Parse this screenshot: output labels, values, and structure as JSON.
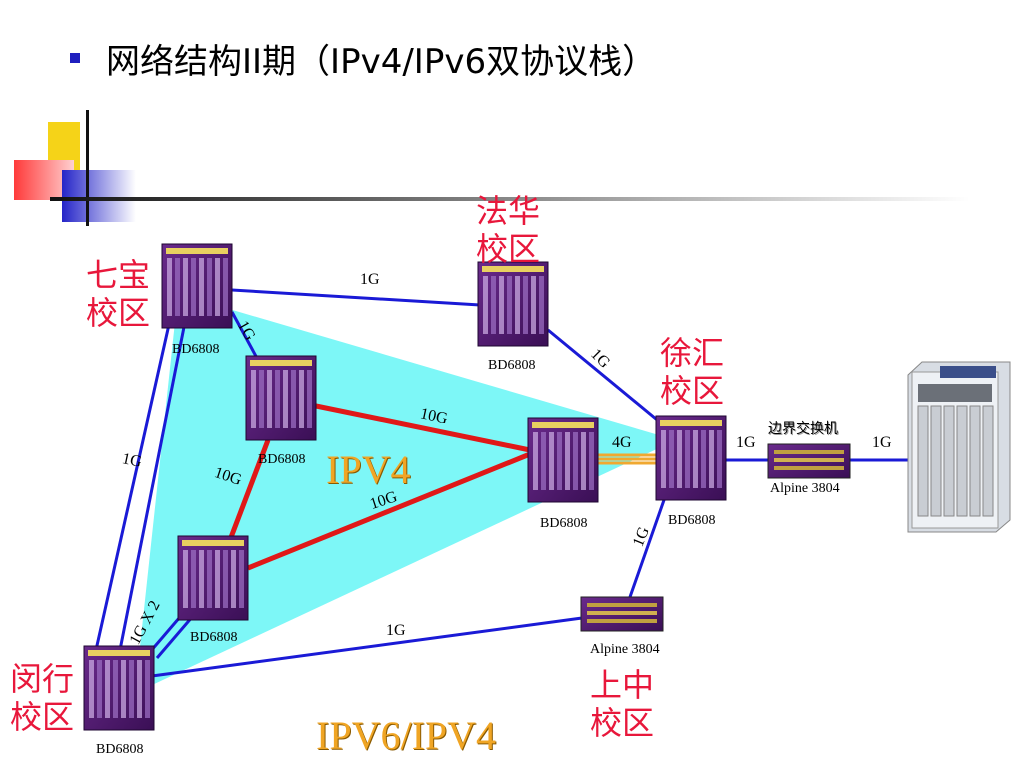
{
  "header": {
    "title": "网络结构II期（IPv4/IPv6双协议栈）"
  },
  "campuses": {
    "qibao": "七宝\n校区",
    "fahua": "法华\n校区",
    "xuhui": "徐汇\n校区",
    "minhang": "闵行\n校区",
    "shangzhong": "上中\n校区"
  },
  "devices": {
    "qibao": "BD6808",
    "fahua": "BD6808",
    "core_top": "BD6808",
    "core_mid": "BD6808",
    "core_bottom": "BD6808",
    "xuhui": "BD6808",
    "minhang": "BD6808",
    "border": "Alpine 3804",
    "shangzhong": "Alpine 3804"
  },
  "border_switch_title": "边界交换机",
  "links": {
    "qibao_fahua": "1G",
    "qibao_coretop": "1G",
    "fahua_xuhui": "1G",
    "coretop_center": "10G",
    "coretop_corebottom": "10G",
    "corebottom_center": "10G",
    "center_xuhui": "4G",
    "xuhui_border": "1G",
    "border_router": "1G",
    "qibao_minhang": "1G",
    "minhang_corebottom": "1G X 2",
    "minhang_shangzhong": "1G",
    "xuhui_shangzhong": "1G"
  },
  "protocols": {
    "inner": "IPV4",
    "outer": "IPV6/IPV4"
  },
  "colors": {
    "campus_text": "#e8173b",
    "protocol_text": "#f0a524",
    "triangle_fill": "#7df7f7",
    "link_1g": "#1a1ad6",
    "link_10g": "#e01818",
    "link_4g": "#f0a830"
  }
}
